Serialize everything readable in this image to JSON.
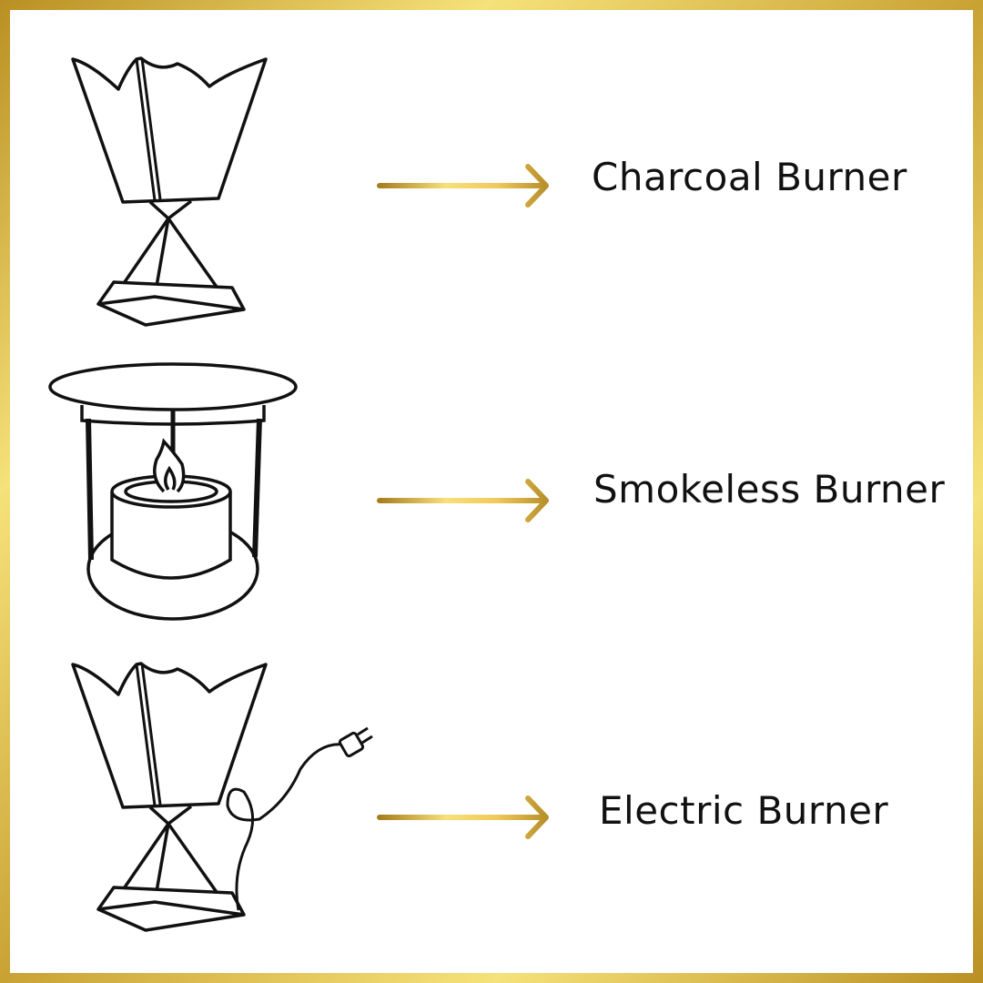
{
  "items": [
    {
      "label": "Charcoal Burner",
      "icon": "charcoal-burner-icon"
    },
    {
      "label": "Smokeless Burner",
      "icon": "smokeless-burner-icon"
    },
    {
      "label": "Electric Burner",
      "icon": "electric-burner-icon"
    }
  ],
  "colors": {
    "gold_dark": "#b98f22",
    "gold_light": "#f6e27a",
    "ink": "#111111"
  }
}
